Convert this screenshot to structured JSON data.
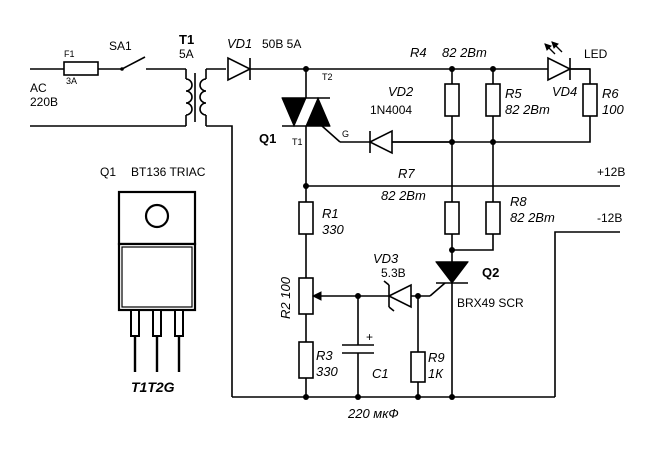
{
  "source": {
    "label_ac": "AC",
    "label_voltage": "220В"
  },
  "fuse": {
    "ref": "F1",
    "rating": "3A"
  },
  "switch": {
    "ref": "SA1"
  },
  "transformer": {
    "ref": "T1",
    "rating": "5A"
  },
  "vd1": {
    "ref": "VD1",
    "value": "50В 5А"
  },
  "triac": {
    "ref": "Q1",
    "t2": "T2",
    "t1": "T1",
    "g": "G"
  },
  "vd2": {
    "ref": "VD2",
    "part": "1N4004"
  },
  "r4": {
    "ref": "R4",
    "value": "82 2Вm"
  },
  "r5": {
    "ref": "R5",
    "value": "82 2Вm"
  },
  "r6": {
    "ref": "R6",
    "value": "100"
  },
  "led": {
    "ref": "VD4",
    "label": "LED"
  },
  "r7": {
    "ref": "R7",
    "value": "82 2Вm"
  },
  "r8": {
    "ref": "R8",
    "value": "82 2Вm"
  },
  "r1": {
    "ref": "R1",
    "value": "330"
  },
  "r2": {
    "ref": "R2",
    "value": "100"
  },
  "r3": {
    "ref": "R3",
    "value": "330"
  },
  "r9": {
    "ref": "R9",
    "value": "1К"
  },
  "vd3": {
    "ref": "VD3",
    "value": "5.3В"
  },
  "c1": {
    "ref": "C1",
    "value": "220 мкФ",
    "polarity": "+"
  },
  "scr": {
    "ref": "Q2",
    "part": "BRX49 SCR"
  },
  "terminals": {
    "plus12": "+12В",
    "minus12": "-12В"
  },
  "package": {
    "ref": "Q1",
    "part": "BT136 TRIAC",
    "pins": "T1T2G"
  }
}
